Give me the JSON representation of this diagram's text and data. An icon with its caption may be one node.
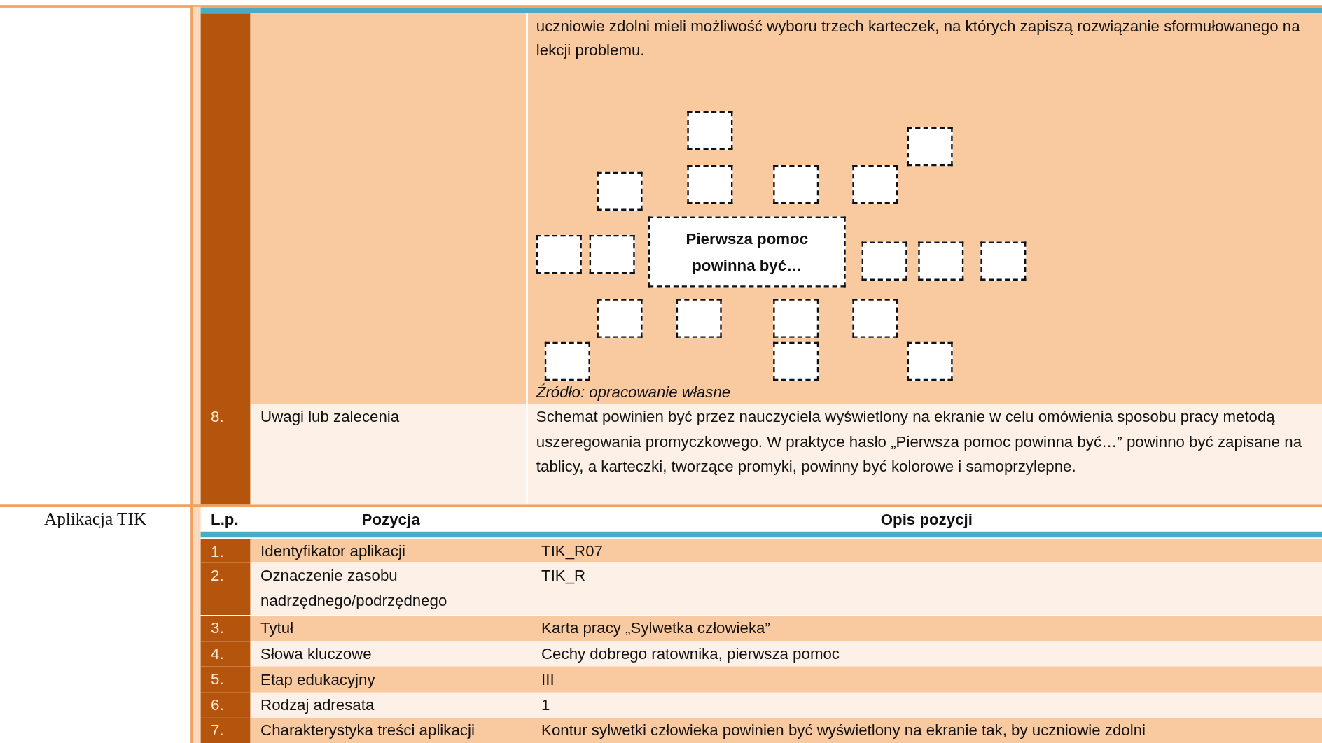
{
  "diagram": {
    "nodes": [
      {
        "text": [],
        "shape": "box"
      },
      {
        "text": [],
        "shape": "box"
      },
      {
        "text": [],
        "shape": "box"
      },
      {
        "text": [],
        "shape": "box"
      },
      {
        "text": [],
        "shape": "box"
      },
      {
        "text": [],
        "shape": "box"
      },
      {
        "text": [],
        "shape": "box"
      },
      {
        "text": [],
        "shape": "box"
      },
      {
        "text": [
          "Pierwsza pomoc powinna być…"
        ]
      },
      {
        "text": [],
        "shape": "box"
      },
      {
        "text": [],
        "shape": "box"
      },
      {
        "text": [],
        "shape": "box"
      },
      {
        "text": [],
        "shape": "box"
      },
      {
        "text": [],
        "shape": "box"
      },
      {
        "text": [],
        "shape": "box"
      },
      {
        "text": [],
        "shape": "box"
      },
      {
        "text": [],
        "shape": "box"
      },
      {
        "text": [],
        "shape": "box"
      },
      {
        "text": [],
        "shape": "box"
      }
    ],
    "edges": [],
    "labels": [
      "uczniowie zdolni mieli możliwość wyboru trzech karteczek, na których zapiszą rozwiązanie sformułowanego na lekcji problemu.",
      "Źródło: opracowanie własne",
      "8.",
      "Uwagi lub zalecenia",
      "Schemat powinien być przez nauczyciela wyświetlony na ekranie w celu omówienia sposobu pracy metodą uszeregowania promyczkowego. W praktyce hasło „Pierwsza pomoc powinna być…” powinno być zapisane na tablicy, a karteczki, tworzące promyki, powinny być kolorowe i samoprzylepne.",
      "Aplikacja TIK",
      "L.p.",
      "Pozycja",
      "Opis pozycji",
      "1.",
      "Identyfikator aplikacji",
      "TIK_R07",
      "2.",
      "Oznaczenie zasobu nadrzędnego/podrzędnego",
      "TIK_R",
      "3.",
      "Tytuł",
      "Karta pracy „Sylwetka człowieka”",
      "4.",
      "Słowa kluczowe",
      "Cechy dobrego ratownika, pierwsza pomoc",
      "5.",
      "Etap edukacyjny",
      "III",
      "6.",
      "Rodzaj adresata",
      "1",
      "7.",
      "Charakterystyka treści aplikacji",
      "Kontur sylwetki człowieka powinien być wyświetlony na ekranie tak, by uczniowie zdolni"
    ]
  }
}
